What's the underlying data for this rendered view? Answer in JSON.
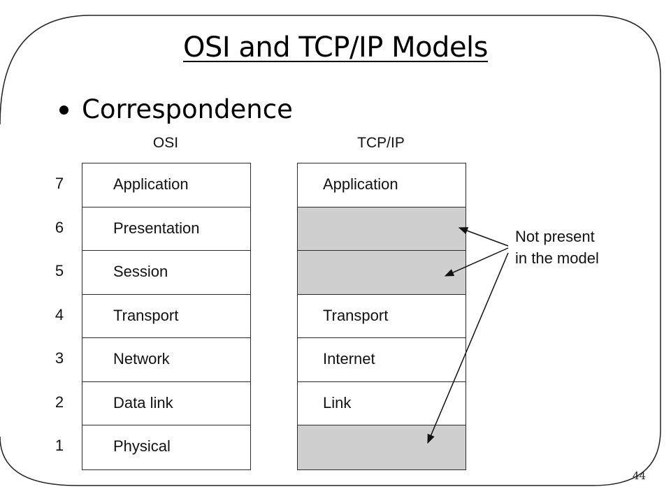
{
  "slide": {
    "title": "OSI and TCP/IP Models",
    "bullet": "Correspondence",
    "page_number": "44"
  },
  "diagram": {
    "osi_header": "OSI",
    "tcpip_header": "TCP/IP",
    "layer_numbers": [
      "7",
      "6",
      "5",
      "4",
      "3",
      "2",
      "1"
    ],
    "osi_layers": [
      "Application",
      "Presentation",
      "Session",
      "Transport",
      "Network",
      "Data link",
      "Physical"
    ],
    "tcpip_layers": [
      "Application",
      "",
      "",
      "Transport",
      "Internet",
      "Link",
      ""
    ],
    "shaded_rows": [
      1,
      2,
      6
    ],
    "shade_color": "#cfcfcf",
    "note_line1": "Not present",
    "note_line2": "in the model"
  }
}
